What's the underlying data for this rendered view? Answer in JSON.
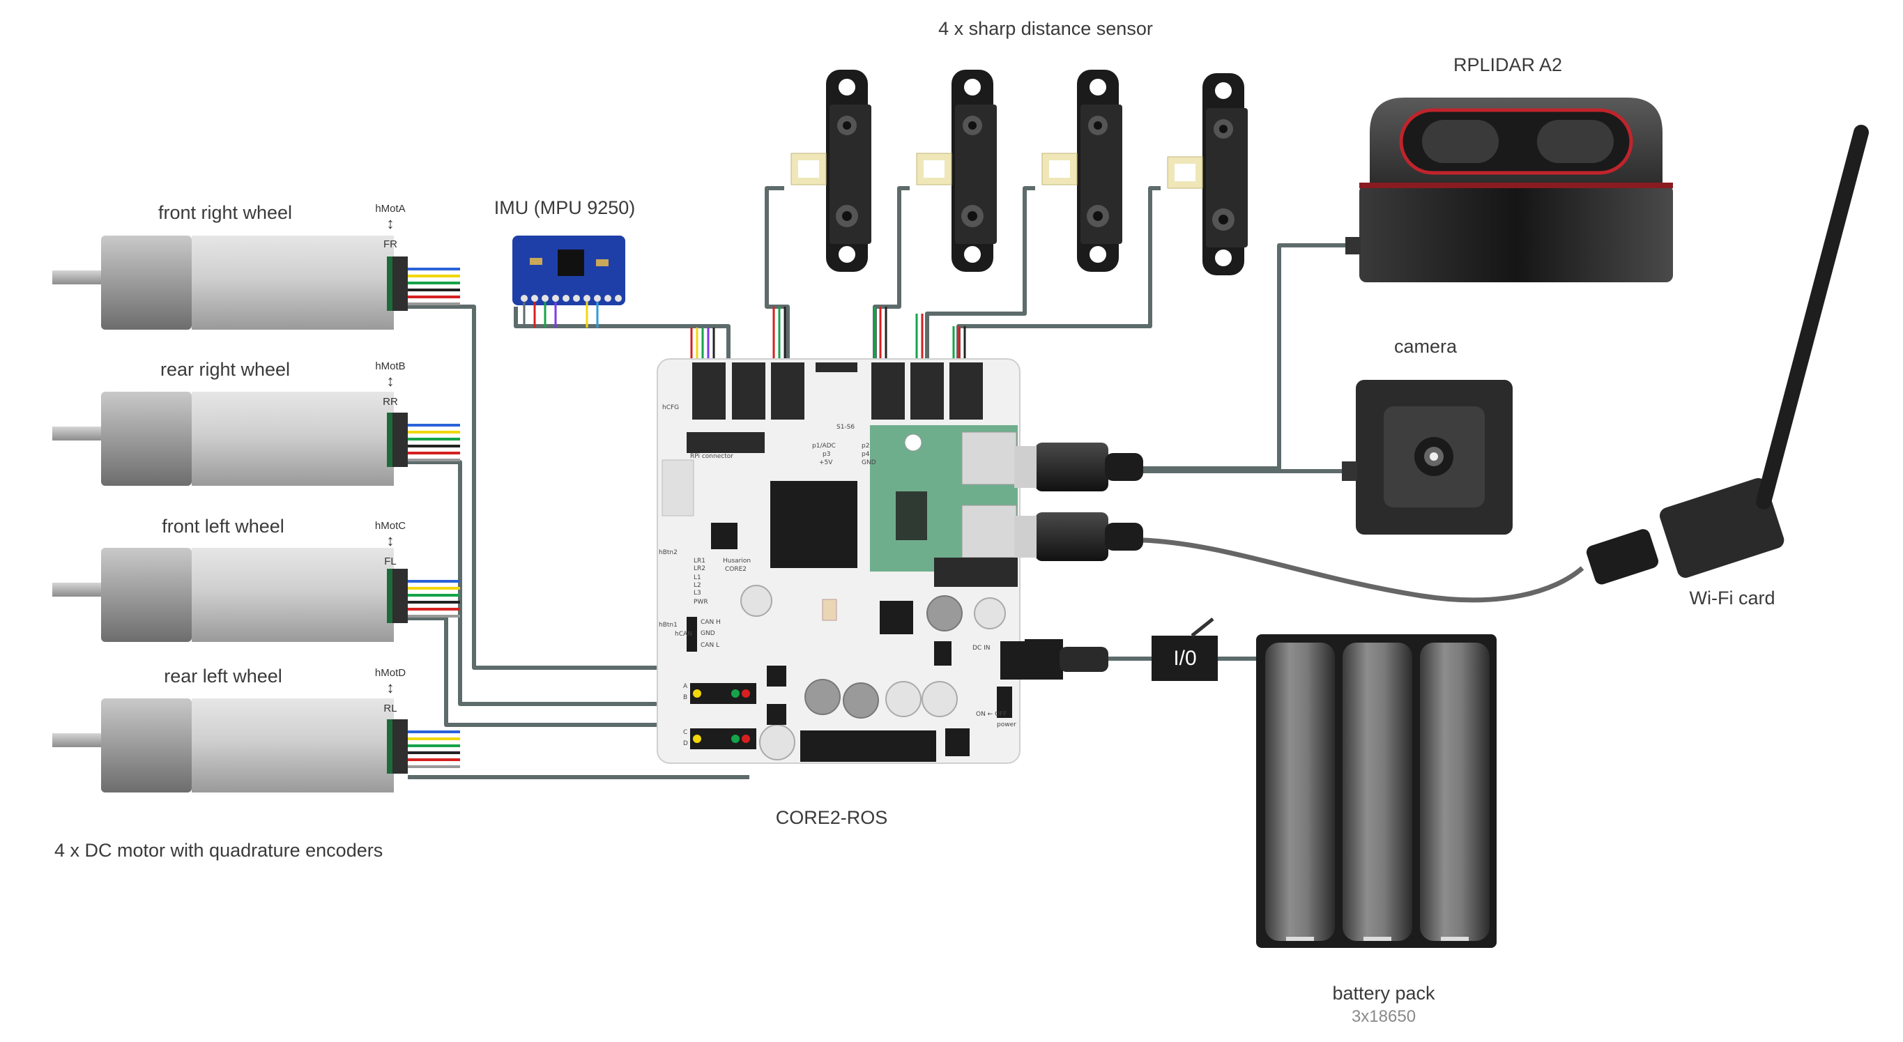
{
  "title": "4 x sharp distance sensor",
  "labels": {
    "lidar": "RPLIDAR A2",
    "imu": "IMU (MPU 9250)",
    "camera": "camera",
    "wifi": "Wi-Fi card",
    "core": "CORE2-ROS",
    "motors_caption": "4 x DC motor with quadrature encoders",
    "battery": "battery pack",
    "battery_sub": "3x18650",
    "switch": "I/0"
  },
  "motors": [
    {
      "name": "front right wheel",
      "port": "hMotA",
      "code": "FR"
    },
    {
      "name": "rear right wheel",
      "port": "hMotB",
      "code": "RR"
    },
    {
      "name": "front left wheel",
      "port": "hMotC",
      "code": "FL"
    },
    {
      "name": "rear left wheel",
      "port": "hMotD",
      "code": "RL"
    }
  ],
  "board": {
    "brand": "Husarion",
    "model": "CORE2",
    "rpi_connector": "RPi connector",
    "s1_s6": "S1-S6",
    "pins": [
      "p1/ADC",
      "p3",
      "+5V",
      "p2",
      "p4",
      "GND"
    ],
    "leds": [
      "LR1",
      "LR2",
      "L1",
      "L2",
      "L3",
      "PWR"
    ],
    "can": [
      "CAN H",
      "GND",
      "CAN L"
    ],
    "hbtn": [
      "hBtn2",
      "hBtn1"
    ],
    "hcan": "hCAN",
    "motor_ports": [
      "A",
      "B",
      "C",
      "D"
    ],
    "power": "power",
    "onoff": "ON ← OFF",
    "dcin": "DC IN",
    "hcfg": "hCFG"
  },
  "colors": {
    "wire": "#5d6b6b",
    "board": "#f1f1f1",
    "imu_board": "#1f3fa8",
    "lidar_ring": "#c0242b",
    "rpi_green": "#6fae8c"
  }
}
